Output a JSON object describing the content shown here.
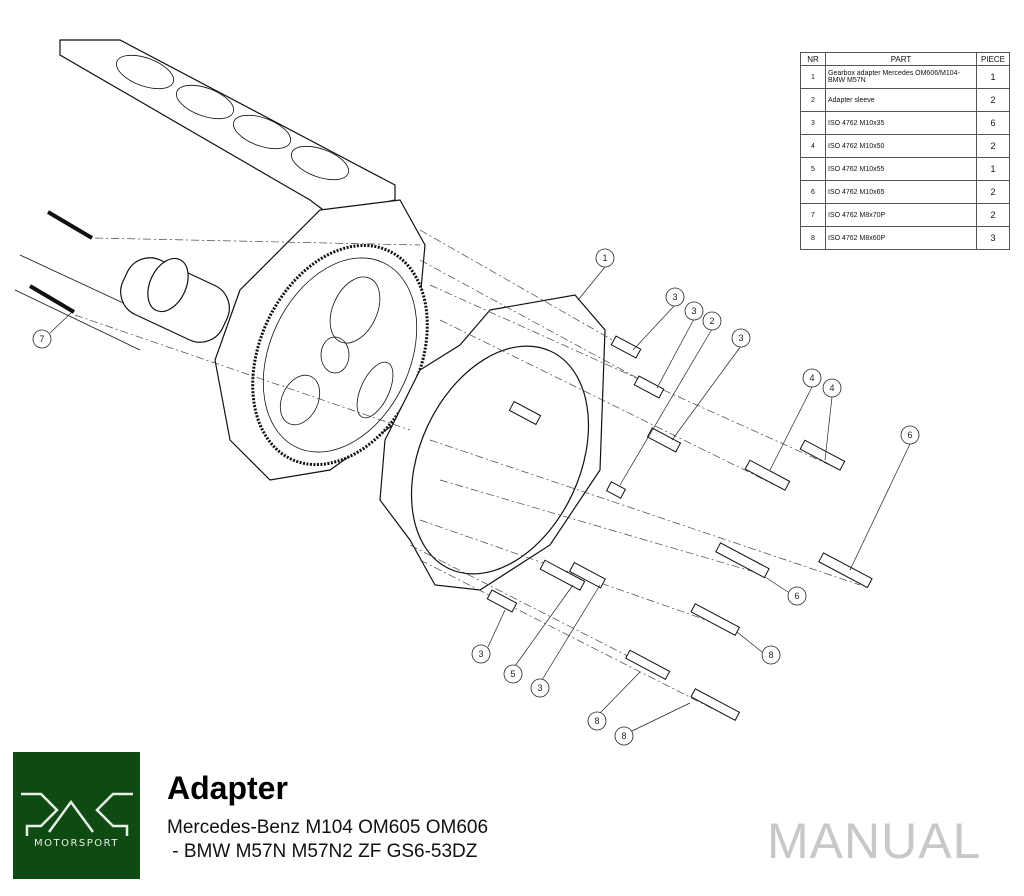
{
  "parts_table": {
    "headers": {
      "nr": "NR",
      "part": "PART",
      "piece": "PIECE"
    },
    "rows": [
      {
        "nr": "1",
        "part": "Gearbox adapter Mercedes OM606/M104-BMW M57N",
        "piece": "1"
      },
      {
        "nr": "2",
        "part": "Adapter sleeve",
        "piece": "2"
      },
      {
        "nr": "3",
        "part": "ISO 4762 M10x35",
        "piece": "6"
      },
      {
        "nr": "4",
        "part": "ISO 4762 M10x50",
        "piece": "2"
      },
      {
        "nr": "5",
        "part": "ISO 4762 M10x55",
        "piece": "1"
      },
      {
        "nr": "6",
        "part": "ISO 4762 M10x65",
        "piece": "2"
      },
      {
        "nr": "7",
        "part": "ISO 4762 M8x70P",
        "piece": "2"
      },
      {
        "nr": "8",
        "part": "ISO 4762 M8x60P",
        "piece": "3"
      }
    ]
  },
  "callouts": [
    "1",
    "3",
    "3",
    "2",
    "3",
    "4",
    "4",
    "6",
    "7",
    "6",
    "8",
    "3",
    "5",
    "3",
    "8",
    "8"
  ],
  "footer": {
    "logo_text": "MOTORSPORT",
    "title": "Adapter",
    "subtitle_line1": "Mercedes-Benz M104 OM605 OM606",
    "subtitle_line2": " - BMW M57N M57N2 ZF GS6-53DZ",
    "badge": "MANUAL"
  },
  "colors": {
    "brand_green": "#0f4a12",
    "manual_gray": "#c8c8c8"
  }
}
